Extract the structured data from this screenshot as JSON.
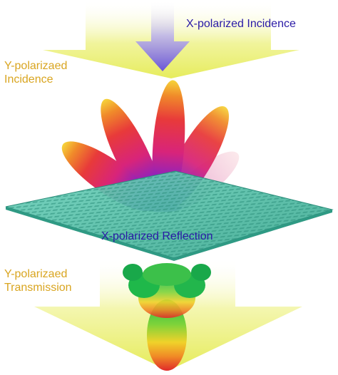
{
  "labels": {
    "x_incidence": "X-polarized Incidence",
    "y_incidence": [
      "Y-polarizaed",
      "Incidence"
    ],
    "x_reflection": "X-polarized Reflection",
    "y_transmission": [
      "Y-polarizaed",
      "Transmission"
    ]
  },
  "colors": {
    "x_polarized_text": "#2a1aa6",
    "y_polarized_text": "#d9a520",
    "incident_arrow": "#e8ee6a",
    "x_incident_arrow": "#8c7de0",
    "surface": "#4bbfa6",
    "surface_grid": "#2a8d7a"
  },
  "icons": [
    "incidence-arrow-icon",
    "x-incidence-arrow-icon",
    "reflection-lobes-icon",
    "transmission-lobes-icon",
    "metasurface-icon",
    "transmission-arrow-icon"
  ]
}
